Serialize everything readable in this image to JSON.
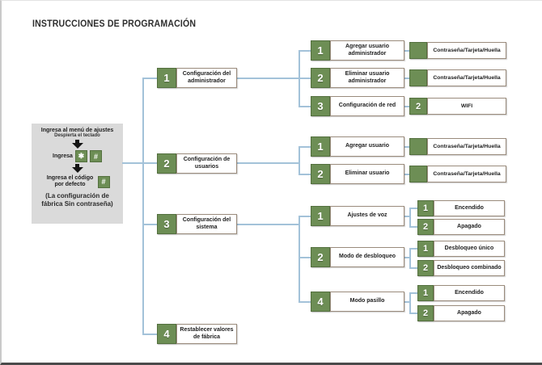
{
  "page": {
    "title": "INSTRUCCIONES DE PROGRAMACIÓN"
  },
  "intro": {
    "line1": "Ingresa al menú de ajustes",
    "line2": "Despierta el teclado",
    "enter_label": "Ingresa",
    "key_star": "✱",
    "key_hash": "#",
    "code_label": "Ingresa el código por defecto",
    "code_key": "#",
    "footnote": "(La configuración de fábrica Sin contraseña)"
  },
  "l1": [
    {
      "num": "1",
      "label": "Configuración del administrador"
    },
    {
      "num": "2",
      "label": "Configuración de usuarios"
    },
    {
      "num": "3",
      "label": "Configuración del sistema"
    },
    {
      "num": "4",
      "label": "Restablecer valores de fábrica"
    }
  ],
  "l2": [
    {
      "num": "1",
      "label": "Agregar usuario administrador"
    },
    {
      "num": "2",
      "label": "Eliminar usuario administrador"
    },
    {
      "num": "3",
      "label": "Configuración de red"
    },
    {
      "num": "1",
      "label": "Agregar usuario"
    },
    {
      "num": "2",
      "label": "Eliminar usuario"
    },
    {
      "num": "1",
      "label": "Ajustes de voz"
    },
    {
      "num": "2",
      "label": "Modo de desbloqueo"
    },
    {
      "num": "4",
      "label": "Modo pasillo"
    }
  ],
  "l3": [
    {
      "num": "",
      "label": "Contraseña/Tarjeta/Huella"
    },
    {
      "num": "",
      "label": "Contraseña/Tarjeta/Huella"
    },
    {
      "num": "2",
      "label": "WIFI"
    },
    {
      "num": "",
      "label": "Contraseña/Tarjeta/Huella"
    },
    {
      "num": "",
      "label": "Contraseña/Tarjeta/Huella"
    },
    {
      "num": "1",
      "label": "Encendido"
    },
    {
      "num": "2",
      "label": "Apagado"
    },
    {
      "num": "1",
      "label": "Desbloqueo único"
    },
    {
      "num": "2",
      "label": "Desbloqueo combinado"
    },
    {
      "num": "1",
      "label": "Encendido"
    },
    {
      "num": "2",
      "label": "Apagado"
    }
  ],
  "colors": {
    "green": "#6d8e55",
    "line": "#a3c2d9",
    "panel": "#dadada"
  }
}
